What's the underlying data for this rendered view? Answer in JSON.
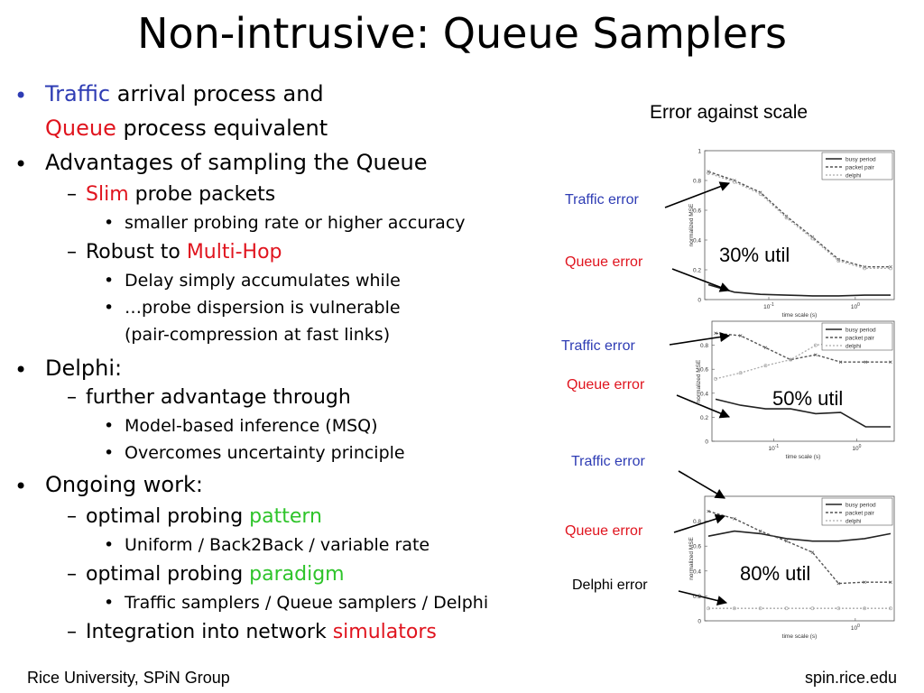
{
  "title": "Non-intrusive: Queue Samplers",
  "bullets": {
    "b1": {
      "marker": "•",
      "part1": "Traffic",
      "part2": " arrival process and"
    },
    "b1_cont": {
      "part1": "Queue",
      "part2": " process equivalent"
    },
    "b2": {
      "marker": "•",
      "text": "Advantages of sampling the Queue"
    },
    "b2_s1": {
      "marker": "–",
      "part1": "Slim",
      "part2": " probe packets"
    },
    "b2_s1_i1": {
      "marker": "•",
      "text": "smaller probing rate or higher accuracy"
    },
    "b2_s2": {
      "marker": "–",
      "part1": "Robust to ",
      "part2": "Multi-Hop"
    },
    "b2_s2_i1": {
      "marker": "•",
      "text": "Delay simply accumulates while"
    },
    "b2_s2_i2": {
      "marker": "•",
      "text": "…probe dispersion is vulnerable"
    },
    "b2_s2_i2_cont": {
      "text": "(pair-compression at fast links)"
    },
    "b3": {
      "marker": "•",
      "text": "Delphi:"
    },
    "b3_s1": {
      "marker": "–",
      "text": "further advantage through"
    },
    "b3_s1_i1": {
      "marker": "•",
      "text": "Model-based inference (MSQ)"
    },
    "b3_s1_i2": {
      "marker": "•",
      "text": "Overcomes uncertainty principle"
    },
    "b4": {
      "marker": "•",
      "text": "Ongoing work:"
    },
    "b4_s1": {
      "marker": "–",
      "part1": "optimal probing ",
      "part2": "pattern"
    },
    "b4_s1_i1": {
      "marker": "•",
      "text": "Uniform / Back2Back / variable rate"
    },
    "b4_s2": {
      "marker": "–",
      "part1": "optimal probing ",
      "part2": "paradigm"
    },
    "b4_s2_i1": {
      "marker": "•",
      "text": "Traffic samplers / Queue samplers / Delphi"
    },
    "b4_s3": {
      "marker": "–",
      "part1": "Integration into network ",
      "part2": "simulators"
    }
  },
  "figure": {
    "caption": "Error against scale",
    "annotations": {
      "traffic_error": "Traffic error",
      "queue_error": "Queue error",
      "delphi_error": "Delphi error",
      "util_30": "30% util",
      "util_50": "50% util",
      "util_80": "80% util"
    }
  },
  "footer": {
    "left": "Rice University, SPiN Group",
    "right": "spin.rice.edu"
  },
  "colors": {
    "blue": "#2e3cb4",
    "red": "#e0141e",
    "green": "#2ec42a"
  },
  "chart_data": [
    {
      "type": "line",
      "xlabel": "time scale (s)",
      "ylabel": "normalized MSE",
      "xscale": "log",
      "ylim": [
        0,
        1
      ],
      "yticks": [
        "0",
        "0.2",
        "0.4",
        "0.6",
        "0.8",
        "1"
      ],
      "xticks": [
        {
          "base": "10",
          "exp": "-1"
        },
        {
          "base": "10",
          "exp": "0"
        }
      ],
      "legend": {
        "placement": "top-right",
        "entries": [
          "busy period",
          "packet pair",
          "delphi"
        ]
      },
      "series": [
        {
          "name": "busy period",
          "x": [
            0.02,
            0.04,
            0.08,
            0.16,
            0.32,
            0.64,
            1.28,
            2.56
          ],
          "y": [
            0.1,
            0.05,
            0.035,
            0.03,
            0.025,
            0.025,
            0.03,
            0.03
          ]
        },
        {
          "name": "packet pair",
          "x": [
            0.02,
            0.04,
            0.08,
            0.16,
            0.32,
            0.64,
            1.28,
            2.56
          ],
          "y": [
            0.86,
            0.8,
            0.72,
            0.56,
            0.42,
            0.27,
            0.22,
            0.22
          ]
        },
        {
          "name": "delphi",
          "x": [
            0.02,
            0.04,
            0.08,
            0.16,
            0.32,
            0.64,
            1.28,
            2.56
          ],
          "y": [
            0.85,
            0.79,
            0.71,
            0.55,
            0.41,
            0.26,
            0.21,
            0.21
          ]
        }
      ]
    },
    {
      "type": "line",
      "xlabel": "time scale (s)",
      "ylabel": "normalized MSE",
      "xscale": "log",
      "ylim": [
        0,
        1
      ],
      "yticks": [
        "0",
        "0.2",
        "0.4",
        "0.6",
        "0.8"
      ],
      "xticks": [
        {
          "base": "10",
          "exp": "-1"
        },
        {
          "base": "10",
          "exp": "0"
        }
      ],
      "legend": {
        "placement": "top-right",
        "entries": [
          "busy period",
          "packet pair",
          "delphi"
        ]
      },
      "series": [
        {
          "name": "busy period",
          "x": [
            0.02,
            0.04,
            0.08,
            0.16,
            0.32,
            0.64,
            1.28,
            2.56
          ],
          "y": [
            0.35,
            0.3,
            0.27,
            0.27,
            0.23,
            0.24,
            0.12,
            0.12
          ]
        },
        {
          "name": "packet pair",
          "x": [
            0.02,
            0.04,
            0.08,
            0.16,
            0.32,
            0.64,
            1.28,
            2.56
          ],
          "y": [
            0.9,
            0.88,
            0.78,
            0.68,
            0.72,
            0.66,
            0.66,
            0.66
          ]
        },
        {
          "name": "delphi",
          "x": [
            0.02,
            0.04,
            0.08,
            0.16,
            0.32,
            0.64,
            1.28,
            2.56
          ],
          "y": [
            0.52,
            0.57,
            0.63,
            0.68,
            0.8,
            0.83,
            0.83,
            0.83
          ]
        }
      ]
    },
    {
      "type": "line",
      "xlabel": "time scale (s)",
      "ylabel": "normalized MSE",
      "xscale": "log",
      "ylim": [
        0,
        1
      ],
      "yticks": [
        "0",
        "0.2",
        "0.4",
        "0.6",
        "0.8"
      ],
      "xticks": [
        {
          "base": "10",
          "exp": "0"
        }
      ],
      "legend": {
        "placement": "top-right",
        "entries": [
          "busy period",
          "packet pair",
          "delphi"
        ]
      },
      "series": [
        {
          "name": "busy period",
          "x": [
            0.02,
            0.04,
            0.08,
            0.16,
            0.32,
            0.64,
            1.28,
            2.56
          ],
          "y": [
            0.68,
            0.72,
            0.7,
            0.66,
            0.64,
            0.64,
            0.66,
            0.7
          ]
        },
        {
          "name": "packet pair",
          "x": [
            0.02,
            0.04,
            0.08,
            0.16,
            0.32,
            0.64,
            1.28,
            2.56
          ],
          "y": [
            0.88,
            0.82,
            0.72,
            0.64,
            0.55,
            0.3,
            0.31,
            0.31
          ]
        },
        {
          "name": "delphi",
          "x": [
            0.02,
            0.04,
            0.08,
            0.16,
            0.32,
            0.64,
            1.28,
            2.56
          ],
          "y": [
            0.1,
            0.1,
            0.1,
            0.1,
            0.1,
            0.1,
            0.1,
            0.1
          ]
        }
      ]
    }
  ]
}
